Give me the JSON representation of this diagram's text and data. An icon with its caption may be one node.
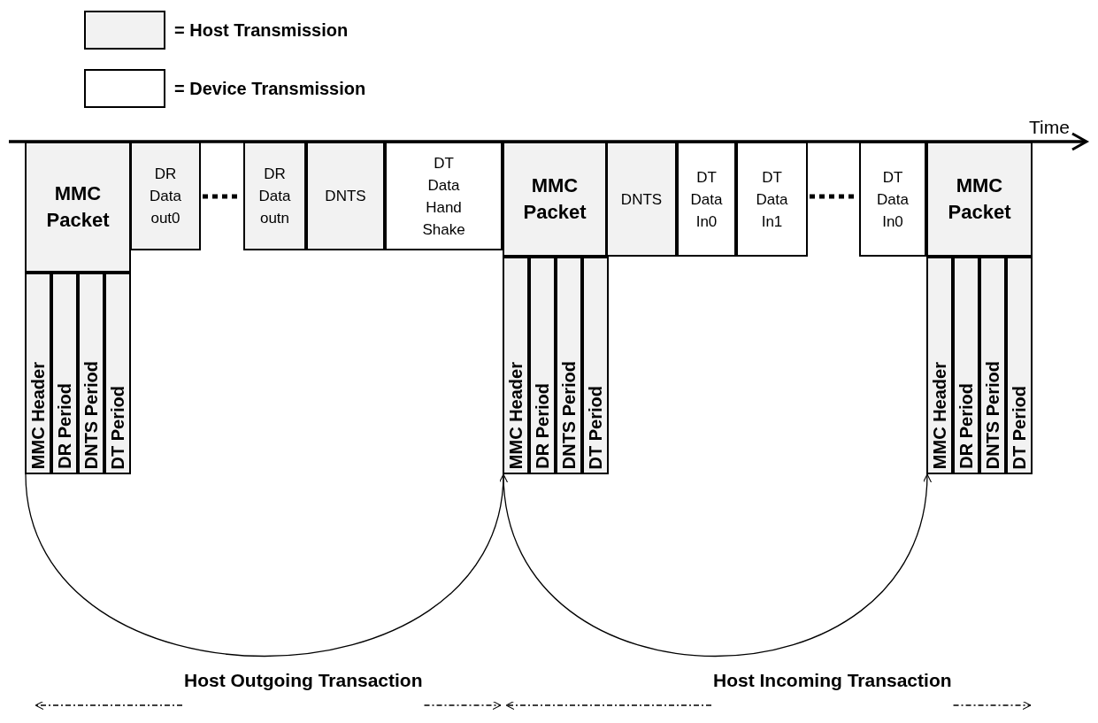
{
  "diagram": {
    "nodes": [
      {
        "text": [
          "MMC Packet"
        ]
      },
      {
        "text": [
          "MMC Header"
        ]
      },
      {
        "text": [
          "DR Period"
        ]
      },
      {
        "text": [
          "DNTS Period"
        ]
      },
      {
        "text": [
          "DT Period"
        ]
      },
      {
        "text": [
          "DR Data out0"
        ]
      },
      {
        "text": [
          "DR Data outn"
        ]
      },
      {
        "text": [
          "DNTS"
        ]
      },
      {
        "text": [
          "DT Data Hand Shake"
        ]
      },
      {
        "text": [
          "MMC Packet"
        ]
      },
      {
        "text": [
          "MMC Header"
        ]
      },
      {
        "text": [
          "DR Period"
        ]
      },
      {
        "text": [
          "DNTS Period"
        ]
      },
      {
        "text": [
          "DT Period"
        ]
      },
      {
        "text": [
          "DNTS"
        ]
      },
      {
        "text": [
          "DT Data In0"
        ]
      },
      {
        "text": [
          "DT Data In1"
        ]
      },
      {
        "text": [
          "DT Data In0"
        ]
      },
      {
        "text": [
          "MMC Packet"
        ]
      },
      {
        "text": [
          "MMC Header"
        ]
      },
      {
        "text": [
          "DR Period"
        ]
      },
      {
        "text": [
          "DNTS Period"
        ]
      },
      {
        "text": [
          "DT Period"
        ]
      },
      {
        "text": [
          "Host Outgoing Transaction"
        ]
      },
      {
        "text": [
          "Host Incoming Transaction"
        ]
      }
    ],
    "edges": [
      {
        "from": 1,
        "to": 10,
        "arrow": "to"
      },
      {
        "from": 10,
        "to": 19,
        "arrow": "to"
      },
      {
        "from": 5,
        "to": 6,
        "arrow": "none",
        "style": "dashed"
      },
      {
        "from": 16,
        "to": 17,
        "arrow": "none",
        "style": "dashed"
      },
      {
        "from": 23,
        "to": null,
        "arrow": "to",
        "style": "dashed"
      },
      {
        "from": 23,
        "to": null,
        "arrow": "to",
        "style": "dashed"
      },
      {
        "from": 24,
        "to": null,
        "arrow": "to",
        "style": "dashed"
      },
      {
        "from": 24,
        "to": null,
        "arrow": "to",
        "style": "dashed"
      }
    ],
    "labels": [
      "Time"
    ],
    "legend": [
      {
        "text": "= Host Transmission",
        "color": "#f2f2f2"
      },
      {
        "text": "= Device Transmission",
        "color": "#ffffff"
      }
    ]
  }
}
